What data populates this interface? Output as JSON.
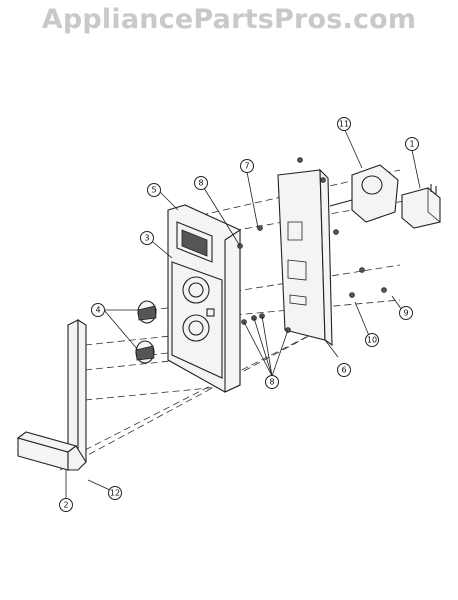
{
  "watermark": "AppliancePartsPros.com",
  "callouts": [
    {
      "id": "c1",
      "label": "1"
    },
    {
      "id": "c2",
      "label": "2"
    },
    {
      "id": "c3",
      "label": "3"
    },
    {
      "id": "c4",
      "label": "4"
    },
    {
      "id": "c5",
      "label": "5"
    },
    {
      "id": "c6",
      "label": "6"
    },
    {
      "id": "c7",
      "label": "7"
    },
    {
      "id": "c8a",
      "label": "8"
    },
    {
      "id": "c8b",
      "label": "8"
    },
    {
      "id": "c9",
      "label": "9"
    },
    {
      "id": "c10",
      "label": "10"
    },
    {
      "id": "c11",
      "label": "11"
    },
    {
      "id": "c12",
      "label": "12"
    }
  ]
}
